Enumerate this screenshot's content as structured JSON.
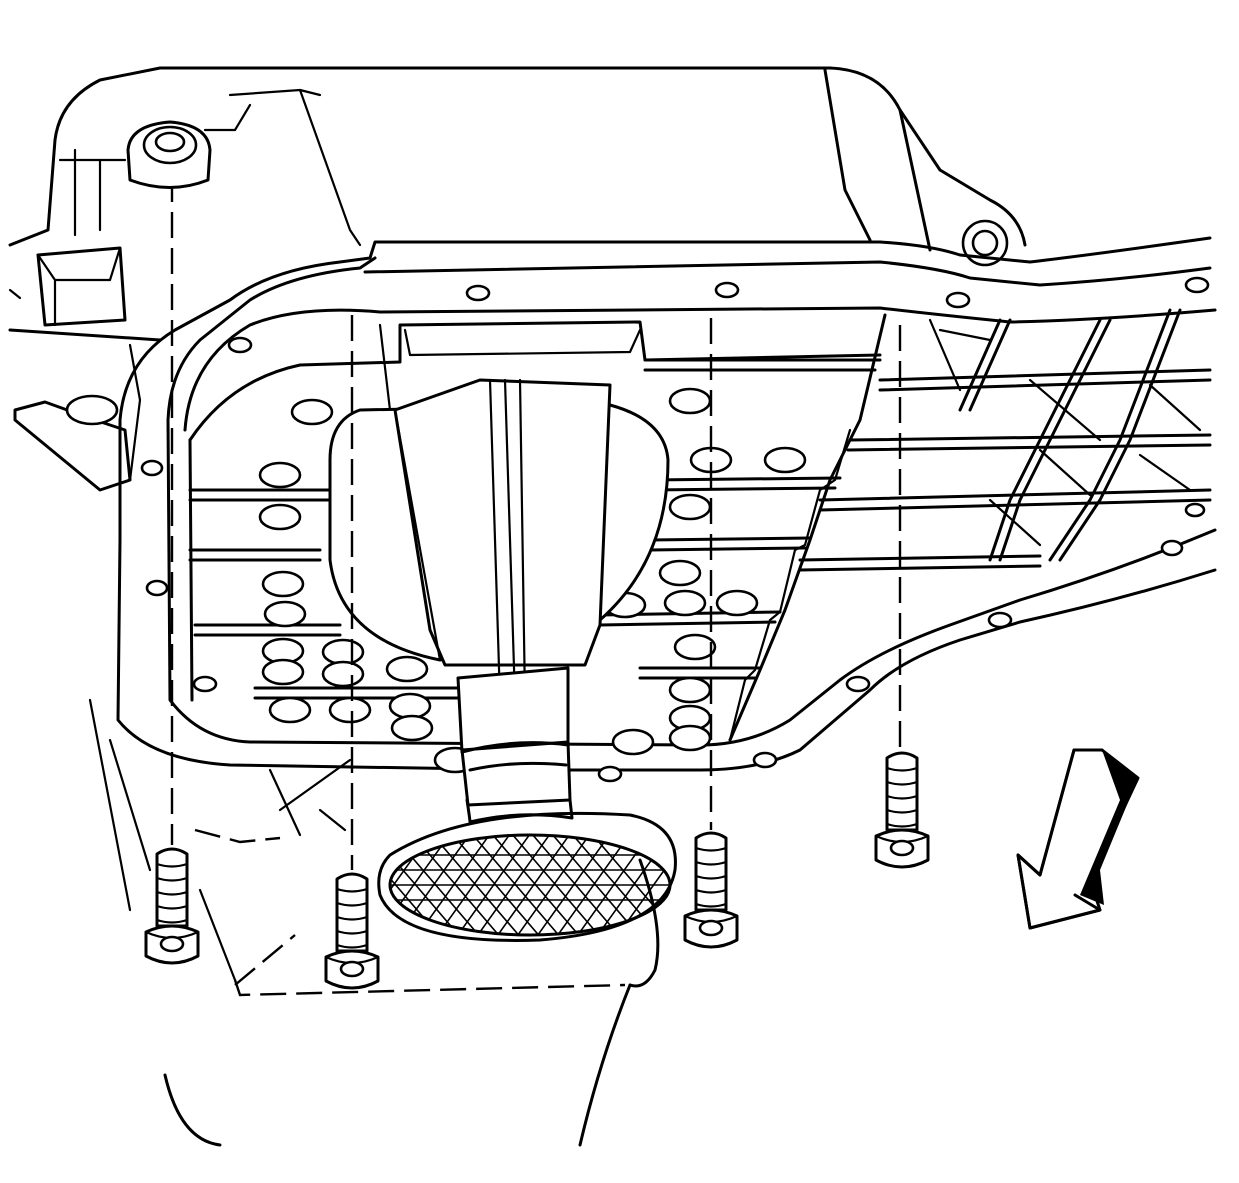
{
  "diagram": {
    "subject": "oil-pan-and-pickup-screen-exploded",
    "parts": {
      "oil_pan": "oil-pan",
      "oil_pump_pickup": "oil-pump-screen",
      "bolts": [
        {
          "id": "bolt-1"
        },
        {
          "id": "bolt-2"
        },
        {
          "id": "bolt-3"
        },
        {
          "id": "bolt-4"
        }
      ],
      "direction_arrow": "front-direction-arrow"
    },
    "colors": {
      "ink": "#000000",
      "paper": "#ffffff"
    }
  }
}
